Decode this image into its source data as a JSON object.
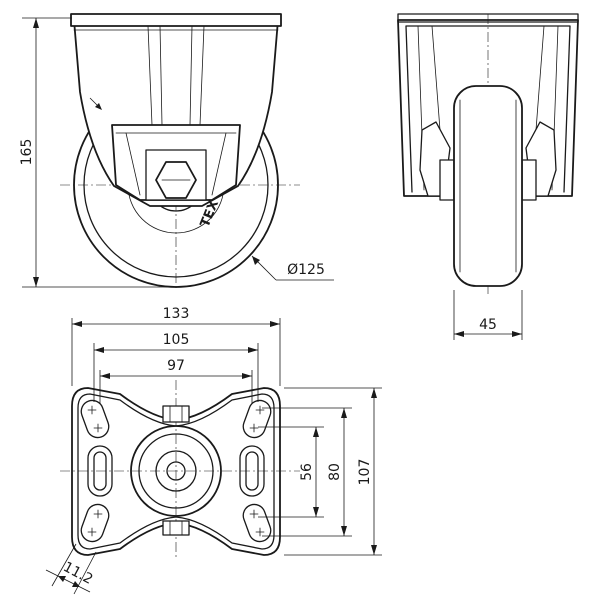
{
  "drawing": {
    "dimensions": {
      "height": "165",
      "wheel_diameter": "Ø125",
      "wheel_width": "45",
      "plate_length": "133",
      "bolt_spacing_outer": "105",
      "bolt_spacing_inner": "97",
      "plate_width": "107",
      "bolt_spacing_cross_outer": "80",
      "bolt_spacing_cross_inner": "56",
      "bolt_hole": "11.2"
    },
    "logo_text": "TEX"
  }
}
